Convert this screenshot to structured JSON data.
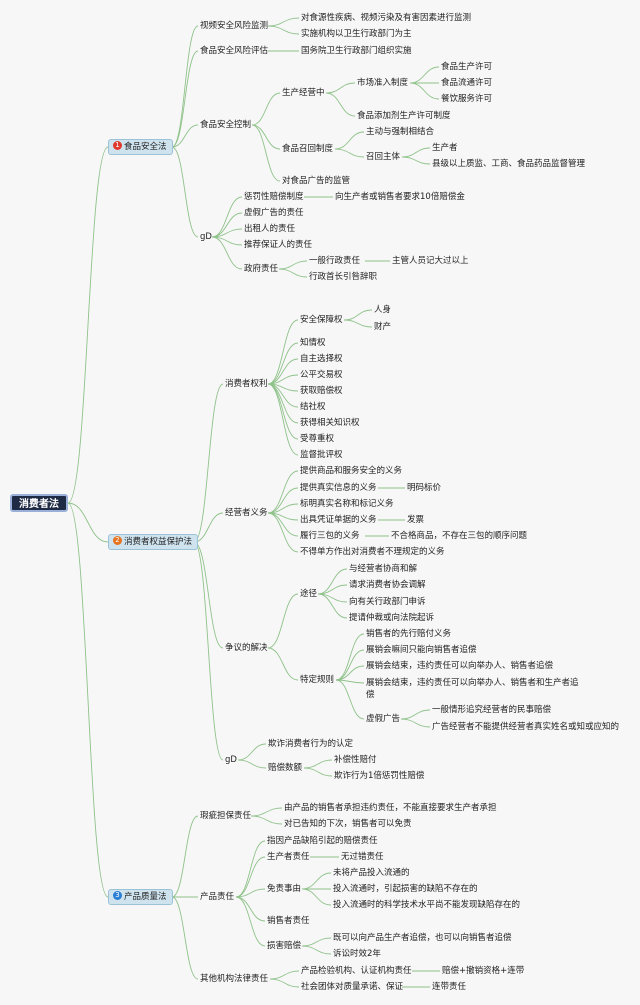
{
  "root": "消费者法",
  "branches": [
    {
      "num": "1",
      "label": "食品安全法",
      "color": "#e03a2f"
    },
    {
      "num": "2",
      "label": "消费者权益保护法",
      "color": "#e8731e"
    },
    {
      "num": "3",
      "label": "产品质量法",
      "color": "#2a7fd4"
    }
  ],
  "texts": {
    "b1_n1": "视频安全风险监测",
    "b1_n1_a": "对食源性疾病、视频污染及有害因素进行监测",
    "b1_n1_b": "实施机构以卫生行政部门为主",
    "b1_n2": "食品安全风险评估",
    "b1_n2_a": "国务院卫生行政部门组织实施",
    "b1_n3": "食品安全控制",
    "b1_n3_a": "生产经营中",
    "b1_n3_a1": "市场准入制度",
    "b1_n3_a1a": "食品生产许可",
    "b1_n3_a1b": "食品流通许可",
    "b1_n3_a1c": "餐饮服务许可",
    "b1_n3_a2": "食品添加剂生产许可制度",
    "b1_n3_b": "食品召回制度",
    "b1_n3_b1": "主动与强制相结合",
    "b1_n3_b2": "召回主体",
    "b1_n3_b2a": "生产者",
    "b1_n3_b2b": "县级以上质监、工商、食品药品监督管理",
    "b1_n3_c": "对食品广告的监管",
    "b1_n4": "gD",
    "b1_n4_a": "惩罚性赔偿制度",
    "b1_n4_a1": "向生产者或销售者要求10倍赔偿金",
    "b1_n4_b": "虚假广告的责任",
    "b1_n4_c": "出租人的责任",
    "b1_n4_d": "推荐保证人的责任",
    "b1_n4_e": "政府责任",
    "b1_n4_e1": "一般行政责任",
    "b1_n4_e1a": "主管人员记大过以上",
    "b1_n4_e2": "行政首长引咎辞职",
    "b2_n1": "消费者权利",
    "b2_n1_a": "安全保障权",
    "b2_n1_a1": "人身",
    "b2_n1_a2": "财产",
    "b2_n1_b": "知情权",
    "b2_n1_c": "自主选择权",
    "b2_n1_d": "公平交易权",
    "b2_n1_e": "获取赔偿权",
    "b2_n1_f": "结社权",
    "b2_n1_g": "获得相关知识权",
    "b2_n1_h": "受尊重权",
    "b2_n1_i": "监督批评权",
    "b2_n2": "经营者义务",
    "b2_n2_a": "提供商品和服务安全的义务",
    "b2_n2_b": "提供真实信息的义务",
    "b2_n2_b1": "明码标价",
    "b2_n2_c": "标明真实名称和标记义务",
    "b2_n2_d": "出具凭证单据的义务",
    "b2_n2_d1": "发票",
    "b2_n2_e": "履行三包的义务",
    "b2_n2_e1": "不合格商品，不存在三包的顺序问题",
    "b2_n2_f": "不得单方作出对消费者不理规定的义务",
    "b2_n3": "争议的解决",
    "b2_n3_a": "途径",
    "b2_n3_a1": "与经营者协商和解",
    "b2_n3_a2": "请求消费者协会调解",
    "b2_n3_a3": "向有关行政部门申诉",
    "b2_n3_a4": "提请仲裁或向法院起诉",
    "b2_n3_b": "特定规则",
    "b2_n3_b1": "销售者的先行赔付义务",
    "b2_n3_b2": "展销会嘛间只能向销售者追偿",
    "b2_n3_b3": "展销会结束，违约责任可以向举办人、销售者追偿",
    "b2_n3_b4a": "展销会结束，违约责任可以向举办人、销售者和生产者追",
    "b2_n3_b4b": "偿",
    "b2_n3_b5": "虚假广告",
    "b2_n3_b5a": "一般情形追究经营者的民事赔偿",
    "b2_n3_b5b": "广告经营者不能提供经营者真实姓名或知或应知的",
    "b2_n4": "gD",
    "b2_n4_a": "欺诈消费者行为的认定",
    "b2_n4_b": "赔偿数额",
    "b2_n4_b1": "补偿性赔付",
    "b2_n4_b2": "欺诈行为1倍惩罚性赔偿",
    "b3_n1": "瑕疵担保责任",
    "b3_n1_a": "由产品的销售者承担违约责任，不能直接要求生产者承担",
    "b3_n1_b": "对已告知的下次，销售者可以免责",
    "b3_n2": "产品责任",
    "b3_n2_a": "指因产品缺陷引起的赔偿责任",
    "b3_n2_b": "生产者责任",
    "b3_n2_b1": "无过错责任",
    "b3_n2_c": "免责事由",
    "b3_n2_c1": "未将产品投入流通的",
    "b3_n2_c2": "投入流通时，引起损害的缺陷不存在的",
    "b3_n2_c3": "投入流通时的科学技术水平尚不能发现缺陷存在的",
    "b3_n2_d": "销售者责任",
    "b3_n2_e": "损害赔偿",
    "b3_n2_e1": "既可以向产品生产者追偿，也可以向销售者追偿",
    "b3_n2_e2": "诉讼时效2年",
    "b3_n3": "其他机构法律责任",
    "b3_n3_a": "产品检验机构、认证机构责任",
    "b3_n3_a1": "赔偿+撤销资格+连带",
    "b3_n3_b": "社会团体对质量承诺、保证",
    "b3_n3_b1": "连带责任"
  }
}
